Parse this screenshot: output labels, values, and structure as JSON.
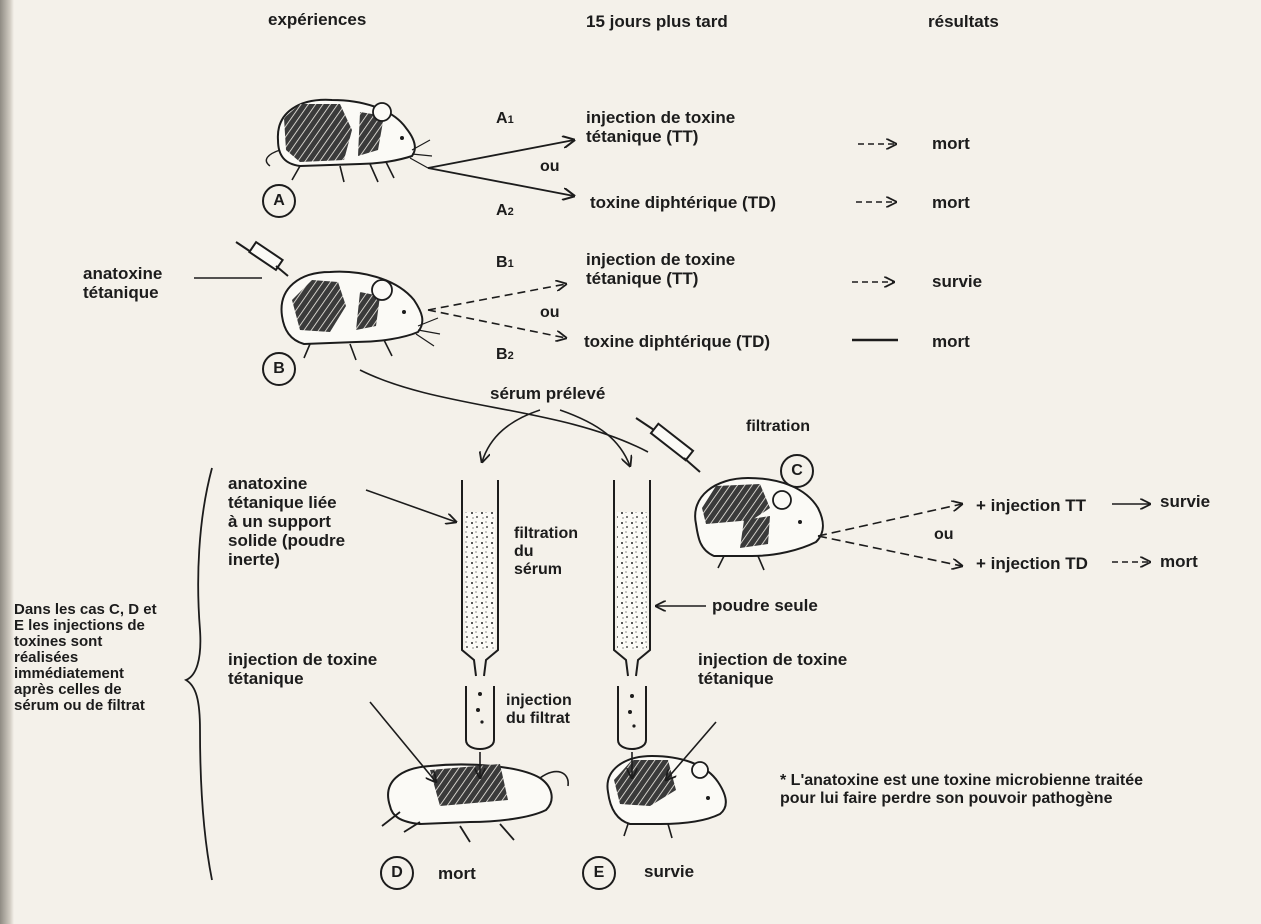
{
  "headers": {
    "experiences": "expériences",
    "later": "15 jours plus tard",
    "results": "résultats"
  },
  "branch_labels": {
    "a1": "A",
    "a2": "A",
    "b1": "B",
    "b2": "B",
    "a1_sub": "1",
    "a2_sub": "2",
    "b1_sub": "1",
    "b2_sub": "2",
    "ou": "ou"
  },
  "mice": {
    "a": "A",
    "b": "B",
    "c": "C",
    "d": "D",
    "e": "E"
  },
  "injections": {
    "a1": "injection de toxine\ntétanique (TT)",
    "a2": "toxine diphtérique (TD)",
    "b1": "injection de toxine\ntétanique (TT)",
    "b2": "toxine diphtérique (TD)",
    "c1": "+ injection TT",
    "c2": "+ injection TD"
  },
  "results": {
    "a1": "mort",
    "a2": "mort",
    "b1": "survie",
    "b2": "mort",
    "c1": "survie",
    "c2": "mort",
    "d": "mort",
    "e": "survie"
  },
  "labels": {
    "anatoxine": "anatoxine\ntétanique",
    "serum": "sérum prélevé",
    "filtration": "filtration",
    "anatoxine_support": "anatoxine\ntétanique liée\nà un support\nsolide (poudre\ninerte)",
    "filtration_serum": "filtration\ndu\nsérum",
    "poudre": "poudre seule",
    "injection_left": "injection de toxine\ntétanique",
    "injection_right": "injection de toxine\ntétanique",
    "injection_filtrat": "injection\ndu filtrat",
    "side_note": "Dans les cas C, D et\nE les injections de\ntoxines sont\nréalisées\nimmédiatement\naprès celles de\nsérum ou de filtrat",
    "footnote": "* L'anatoxine est une toxine microbienne traitée\npour lui faire perdre son pouvoir pathogène"
  }
}
